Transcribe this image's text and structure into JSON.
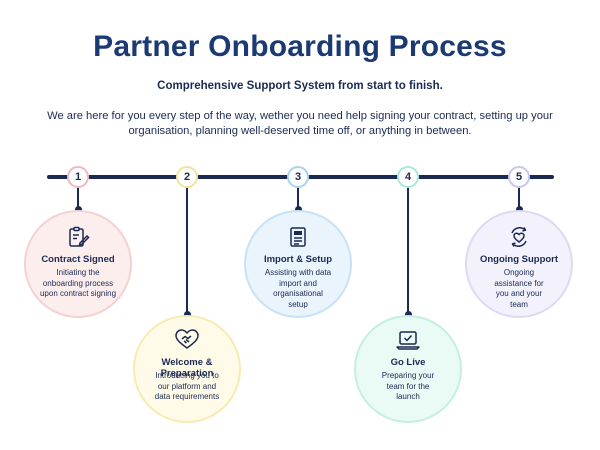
{
  "title": "Partner Onboarding Process",
  "subtitle": "Comprehensive Support System from start to finish.",
  "intro": "We are here for you every step of the way, wether you need help signing your contract, setting up your organisation, planning well-deserved time off, or anything in between.",
  "colors": {
    "navy": "#1b2a52",
    "title": "#1b3a73",
    "step1": "#f2b8bf",
    "step2": "#f5e39a",
    "step3": "#a9d3f0",
    "step4": "#a8ead8",
    "step5": "#c9c6ef"
  },
  "steps": [
    {
      "number": "1",
      "title": "Contract Signed",
      "description": "Initiating the onboarding process upon contract signing",
      "icon": "clipboard-pen-icon"
    },
    {
      "number": "2",
      "title": "Welcome & Preparation",
      "description": "Introducing you to our platform and data requirements",
      "icon": "handshake-icon"
    },
    {
      "number": "3",
      "title": "Import & Setup",
      "description": "Assisting with data import and organisational setup",
      "icon": "document-icon"
    },
    {
      "number": "4",
      "title": "Go Live",
      "description": "Preparing your team for the launch",
      "icon": "laptop-check-icon"
    },
    {
      "number": "5",
      "title": "Ongoing Support",
      "description": "Ongoing assistance for you and your team",
      "icon": "heart-cycle-icon"
    }
  ]
}
